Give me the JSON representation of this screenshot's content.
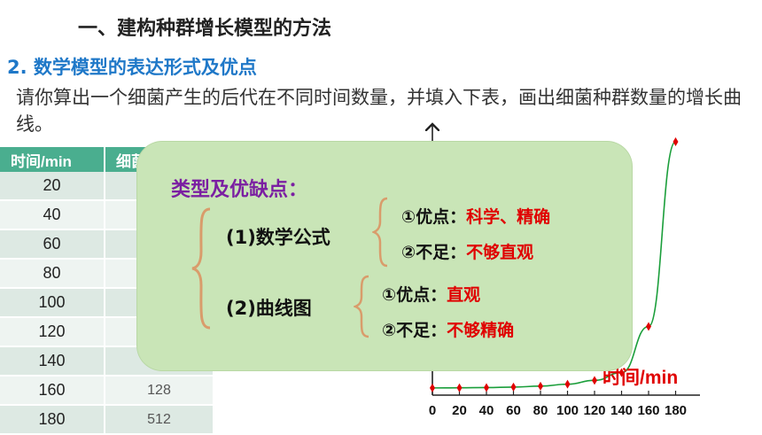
{
  "header": {
    "section_title": "一、建构种群增长模型的方法",
    "sub_title": "2. 数学模型的表达形式及优点",
    "paragraph": "请你算出一个细菌产生的后代在不同时间数量，并填入下表，画出细菌种群数量的增长曲线。"
  },
  "table": {
    "headers": [
      "时间/min",
      "细菌"
    ],
    "rows": [
      [
        "20",
        ""
      ],
      [
        "40",
        ""
      ],
      [
        "60",
        ""
      ],
      [
        "80",
        ""
      ],
      [
        "100",
        ""
      ],
      [
        "120",
        ""
      ],
      [
        "140",
        ""
      ],
      [
        "160",
        "128"
      ],
      [
        "180",
        "512"
      ]
    ]
  },
  "card": {
    "title": "类型及优缺点：",
    "formula_label": "(1)数学公式",
    "formula_adv_prefix": "①优点：",
    "formula_adv": "科学、精确",
    "formula_dis_prefix": "②不足：",
    "formula_dis": "不够直观",
    "curve_label": "(2)曲线图",
    "curve_adv_prefix": "①优点：",
    "curve_adv": "直观",
    "curve_dis_prefix": "②不足：",
    "curve_dis": "不够精确"
  },
  "chart_data": {
    "type": "line",
    "xlabel": "时间/min",
    "x_ticks": [
      "0",
      "20",
      "40",
      "60",
      "80",
      "100",
      "120",
      "140",
      "160",
      "180"
    ],
    "x": [
      0,
      20,
      40,
      60,
      80,
      100,
      120,
      140,
      160,
      180
    ],
    "series": [
      {
        "values": [
          1,
          2,
          4,
          8,
          16,
          32,
          64,
          128,
          512,
          2048
        ]
      }
    ],
    "colors": {
      "line": "#1a9e3a",
      "marker": "#e00000"
    }
  }
}
